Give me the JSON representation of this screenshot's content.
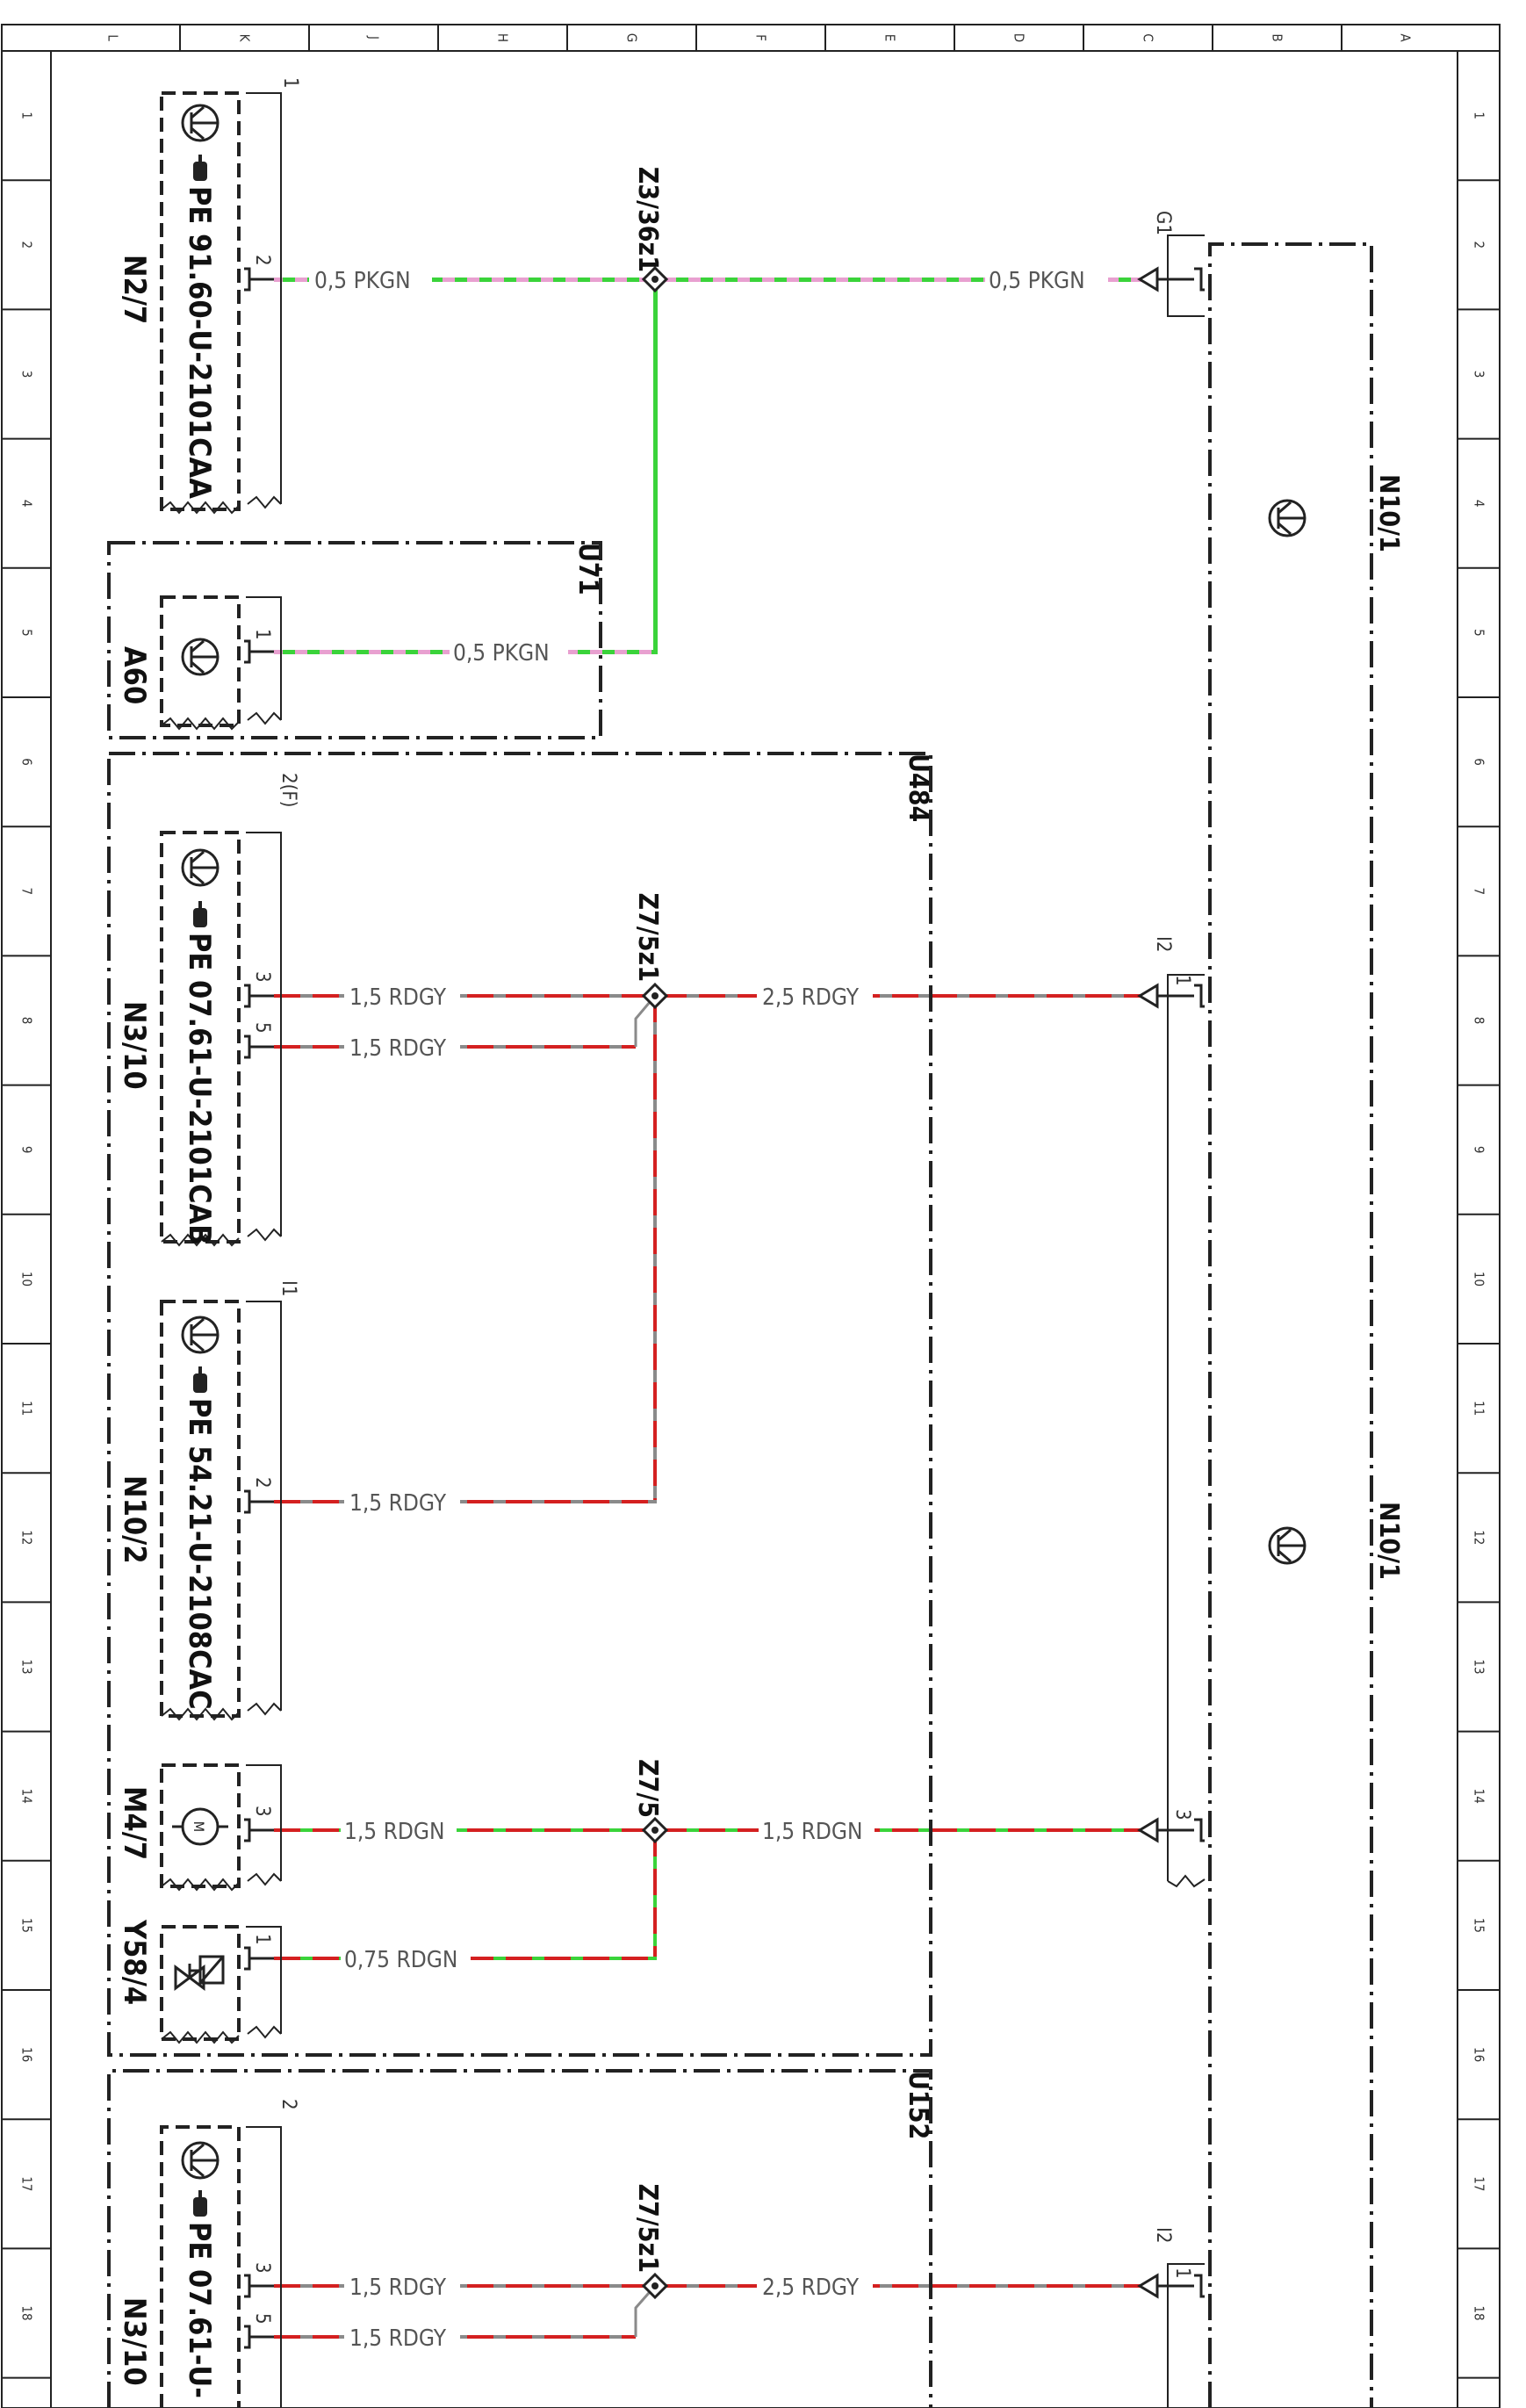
{
  "grid": {
    "letters": [
      "L",
      "K",
      "J",
      "H",
      "G",
      "F",
      "E",
      "D",
      "C",
      "B",
      "A"
    ],
    "numbers": [
      "1",
      "2",
      "3",
      "4",
      "5",
      "6",
      "7",
      "8",
      "9",
      "10",
      "11",
      "12",
      "13",
      "14",
      "15",
      "16",
      "17",
      "18"
    ]
  },
  "components": {
    "n2_7": {
      "id": "N2/7",
      "pe": "PE 91.60-U-2101CAA",
      "connector": "1",
      "pin": "2"
    },
    "a60": {
      "id": "A60",
      "pin": "1"
    },
    "n3_10_a": {
      "id": "N3/10",
      "pe": "PE 07.61-U-2101CAB",
      "connector": "2(F)",
      "pin_a": "3",
      "pin_b": "5"
    },
    "n10_2": {
      "id": "N10/2",
      "pe": "PE 54.21-U-2108CAC",
      "connector": "I1",
      "pin": "2"
    },
    "m4_7": {
      "id": "M4/7",
      "pin": "3"
    },
    "y58_4": {
      "id": "Y58/4",
      "pin": "1"
    },
    "n3_10_b": {
      "id": "N3/10",
      "pe": "PE 07.61-U-",
      "connector": "2",
      "pin_a": "3",
      "pin_b": "5"
    },
    "n10_1": {
      "id": "N10/1",
      "connector_g1": "G1",
      "connector_i2": "I2",
      "pin_1": "1",
      "pin_3": "3"
    }
  },
  "boxes": {
    "u71": "U71",
    "u484": "U484",
    "u152": "U152"
  },
  "splices": {
    "z3": "Z3/36z1",
    "z7_5z1": "Z7/5z1",
    "z7_5": "Z7/5"
  },
  "wires": {
    "w1": "0,5 PKGN",
    "w2": "0,5 PKGN",
    "w3": "0,5 PKGN",
    "w4": "1,5 RDGY",
    "w5": "1,5 RDGY",
    "w6": "2,5 RDGY",
    "w7": "1,5 RDGY",
    "w8": "1,5 RDGN",
    "w9": "1,5 RDGN",
    "w10": "0,75 RDGN",
    "w11": "1,5 RDGY",
    "w12": "1,5 RDGY",
    "w13": "2,5 RDGY"
  },
  "colors": {
    "pk": "#e8a0d0",
    "gn": "#3ad33a",
    "rd": "#d42020",
    "gy": "#8a8a8a"
  }
}
